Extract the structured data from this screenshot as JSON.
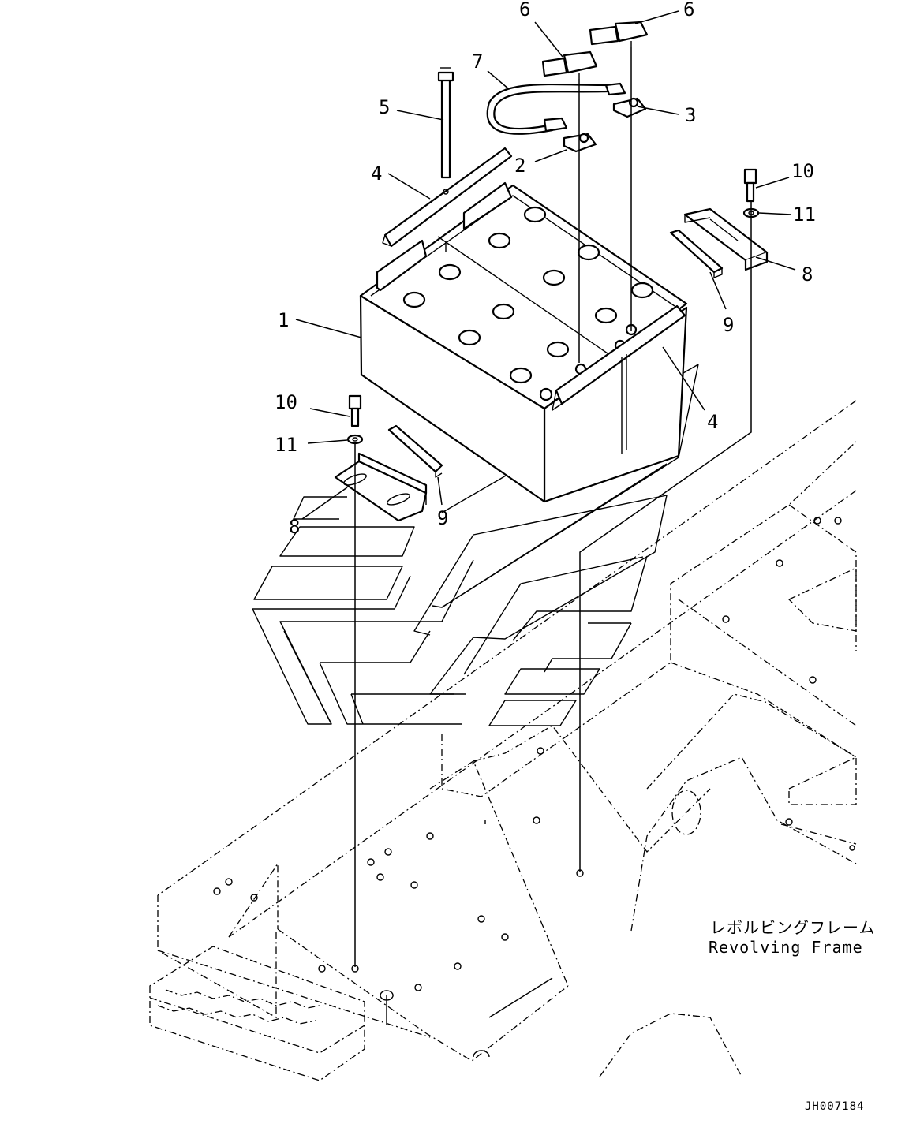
{
  "callouts": [
    {
      "num": "1",
      "part": "battery"
    },
    {
      "num": "2",
      "part": "terminal-clamp"
    },
    {
      "num": "3",
      "part": "terminal-clamp"
    },
    {
      "num": "4",
      "part": "hold-down-bar"
    },
    {
      "num": "4",
      "part": "hold-down-bar"
    },
    {
      "num": "5",
      "part": "rod"
    },
    {
      "num": "6",
      "part": "terminal-cover"
    },
    {
      "num": "6",
      "part": "terminal-cover"
    },
    {
      "num": "7",
      "part": "cable"
    },
    {
      "num": "8",
      "part": "bracket"
    },
    {
      "num": "8",
      "part": "bracket"
    },
    {
      "num": "9",
      "part": "pad"
    },
    {
      "num": "9",
      "part": "pad"
    },
    {
      "num": "10",
      "part": "bolt"
    },
    {
      "num": "10",
      "part": "bolt"
    },
    {
      "num": "11",
      "part": "washer"
    },
    {
      "num": "11",
      "part": "washer"
    }
  ],
  "frame_label_jp": "レボルビングフレーム",
  "frame_label_en": "Revolving Frame",
  "drawing_code": "JH007184"
}
